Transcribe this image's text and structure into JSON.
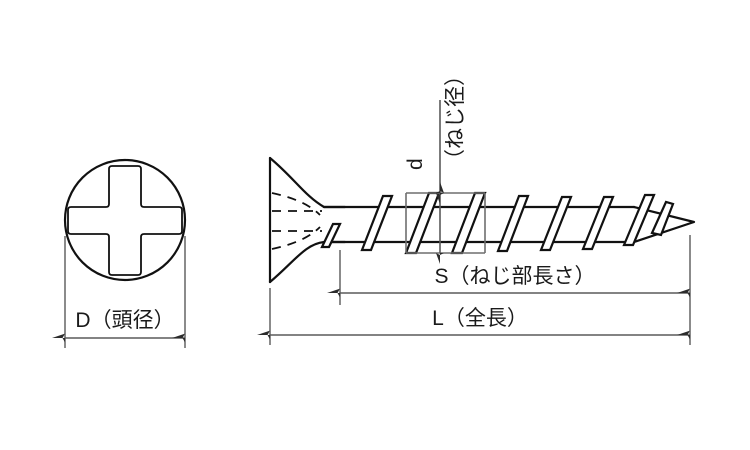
{
  "drawing": {
    "title": "screw-dimension-drawing",
    "background_color": "#ffffff",
    "line_color": "#111111",
    "dimension_line_color": "#5a5a5a"
  },
  "views": {
    "head_top_view": {
      "name": "head-top-view",
      "description": "Phillips cross recess head, top view",
      "drive_type": "phillips-cross-recess"
    },
    "side_view": {
      "name": "screw-side-view",
      "description": "Bugle head screw side profile with coarse thread and sharp point",
      "head_type": "bugle-head",
      "point_type": "sharp-point"
    }
  },
  "dimensions": {
    "head_diameter": {
      "symbol": "D",
      "label": "D（頭径）",
      "name": "head-diameter"
    },
    "thread_diameter": {
      "symbol": "d",
      "symbol_label": "d",
      "paren_label": "（ねじ径）",
      "label": "d（ねじ径）",
      "name": "thread-diameter"
    },
    "thread_length": {
      "symbol": "S",
      "label": "S（ねじ部長さ）",
      "name": "thread-length"
    },
    "overall_length": {
      "symbol": "L",
      "label": "L（全長）",
      "name": "overall-length"
    }
  }
}
